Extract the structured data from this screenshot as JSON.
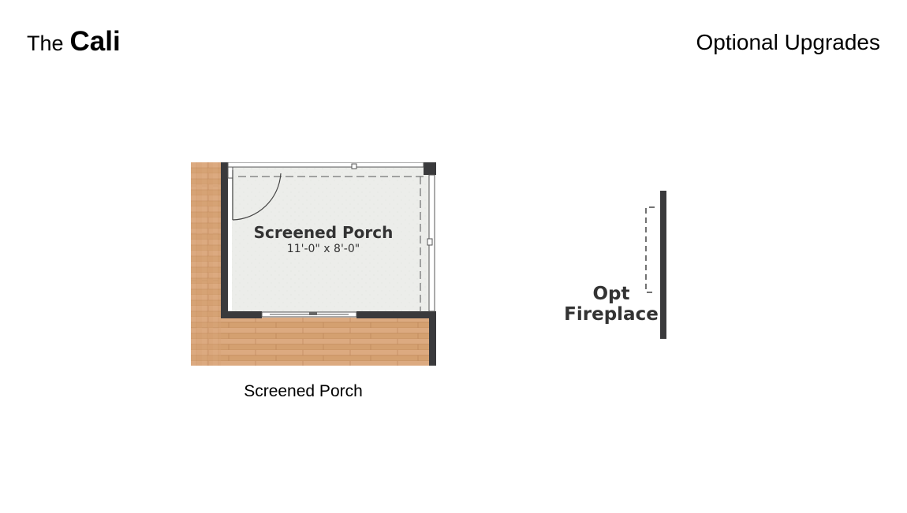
{
  "header": {
    "prefix": "The",
    "model_name": "Cali",
    "section_title": "Optional Upgrades"
  },
  "porch_plan": {
    "room_label": "Screened Porch",
    "dimensions": "11'-0\" x 8'-0\"",
    "caption": "Screened Porch"
  },
  "fireplace_plan": {
    "label_line1": "Opt",
    "label_line2": "Fireplace"
  },
  "colors": {
    "wall": "#3a3a3c",
    "floor_wood": "#d9a57a",
    "porch_floor": "#ecedea",
    "text_dark": "#333333"
  }
}
